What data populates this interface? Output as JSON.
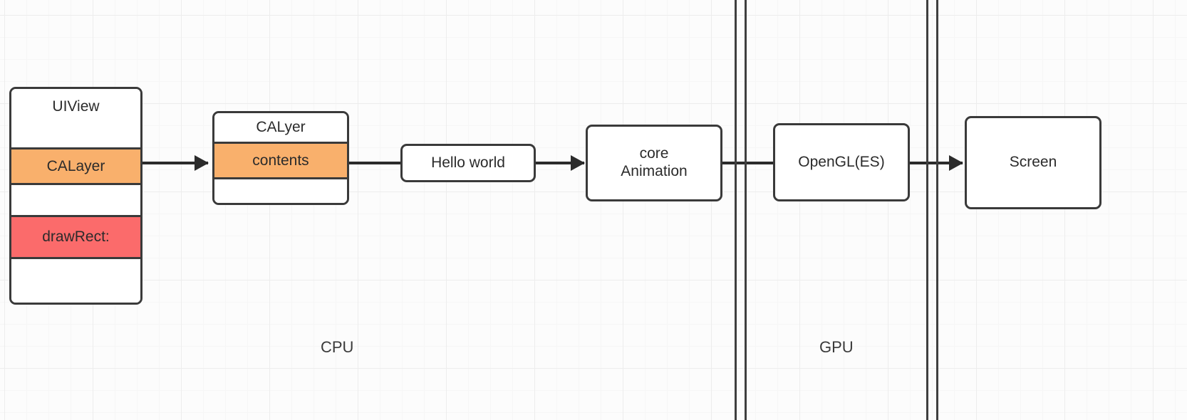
{
  "diagram": {
    "title": "iOS rendering pipeline: UIView / CALayer to Screen",
    "background": {
      "grid_minor_color": "#f6f6f6",
      "grid_major_color": "#ededed",
      "page_color": "#fcfcfc"
    },
    "palette": {
      "stroke": "#3a3a3a",
      "text": "#2b2b2b",
      "highlight_orange": "#f9b06c",
      "highlight_red": "#fb6b6b",
      "box_fill": "#ffffff"
    },
    "zones": [
      {
        "name": "cpu",
        "label": "CPU"
      },
      {
        "name": "gpu",
        "label": "GPU"
      }
    ],
    "nodes": {
      "uiview": {
        "title": "UIView",
        "rows": [
          {
            "label": "UIView",
            "fill": "none"
          },
          {
            "label": "",
            "fill": "none"
          },
          {
            "label": "CALayer",
            "fill": "orange"
          },
          {
            "label": "",
            "fill": "none"
          },
          {
            "label": "drawRect:",
            "fill": "red"
          },
          {
            "label": "",
            "fill": "none"
          }
        ]
      },
      "calayer": {
        "title": "CALyer",
        "rows": [
          {
            "label": "CALyer",
            "fill": "none"
          },
          {
            "label": "contents",
            "fill": "orange"
          },
          {
            "label": "",
            "fill": "none"
          }
        ]
      },
      "hello_world": {
        "label": "Hello world"
      },
      "core_animation": {
        "label": "core\nAnimation"
      },
      "opengl": {
        "label": "OpenGL(ES)"
      },
      "screen": {
        "label": "Screen"
      }
    },
    "connections": [
      {
        "from": "uiview",
        "to": "calayer",
        "name": "uiview-to-calayer"
      },
      {
        "from": "calayer",
        "to": "hello_world",
        "name": "calayer-to-hello-world"
      },
      {
        "from": "hello_world",
        "to": "core_animation",
        "name": "hello-world-to-core-animation"
      },
      {
        "from": "core_animation",
        "to": "opengl",
        "name": "core-animation-to-opengl"
      },
      {
        "from": "opengl",
        "to": "screen",
        "name": "opengl-to-screen"
      }
    ],
    "separators": [
      {
        "name": "cpu-gpu-boundary",
        "lines": 2
      },
      {
        "name": "gpu-screen-boundary",
        "lines": 2
      }
    ]
  }
}
